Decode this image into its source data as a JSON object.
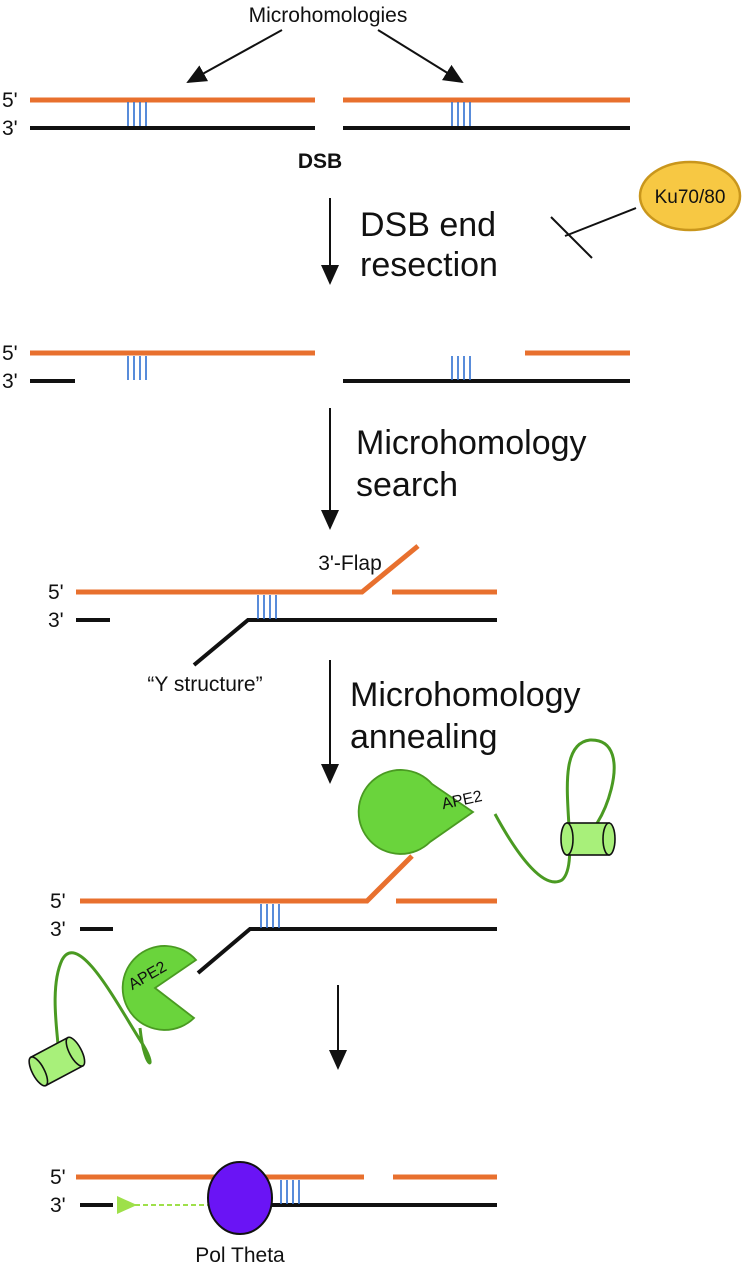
{
  "labels": {
    "microhomologies": "Microhomologies",
    "five_prime": "5'",
    "three_prime": "3'",
    "dsb": "DSB",
    "ku": "Ku70/80",
    "step1_line1": "DSB end",
    "step1_line2": "resection",
    "step2_line1": "Microhomology",
    "step2_line2": "search",
    "flap": "3'-Flap",
    "y_structure": "“Y structure”",
    "step3_line1": "Microhomology",
    "step3_line2": "annealing",
    "ape2": "APE2",
    "pol_theta": "Pol Theta"
  },
  "colors": {
    "top_strand": "#e8702e",
    "bottom_strand": "#111111",
    "microhomology": "#2f6fd0",
    "ape2_fill": "#6ad43c",
    "ape2_stroke": "#4a9a22",
    "cylinder_fill": "#a8f07a",
    "ku_fill": "#f7c843",
    "ku_stroke": "#c9961c",
    "pol_theta_fill": "#6a14f5",
    "synthesis_arrow": "#9ee04a"
  },
  "icons": {
    "ape2": "pacman-nuclease-icon",
    "tether_end": "cylinder-icon",
    "pol_theta": "circle-polymerase-icon",
    "inhibition": "t-bar-inhibition-icon"
  }
}
